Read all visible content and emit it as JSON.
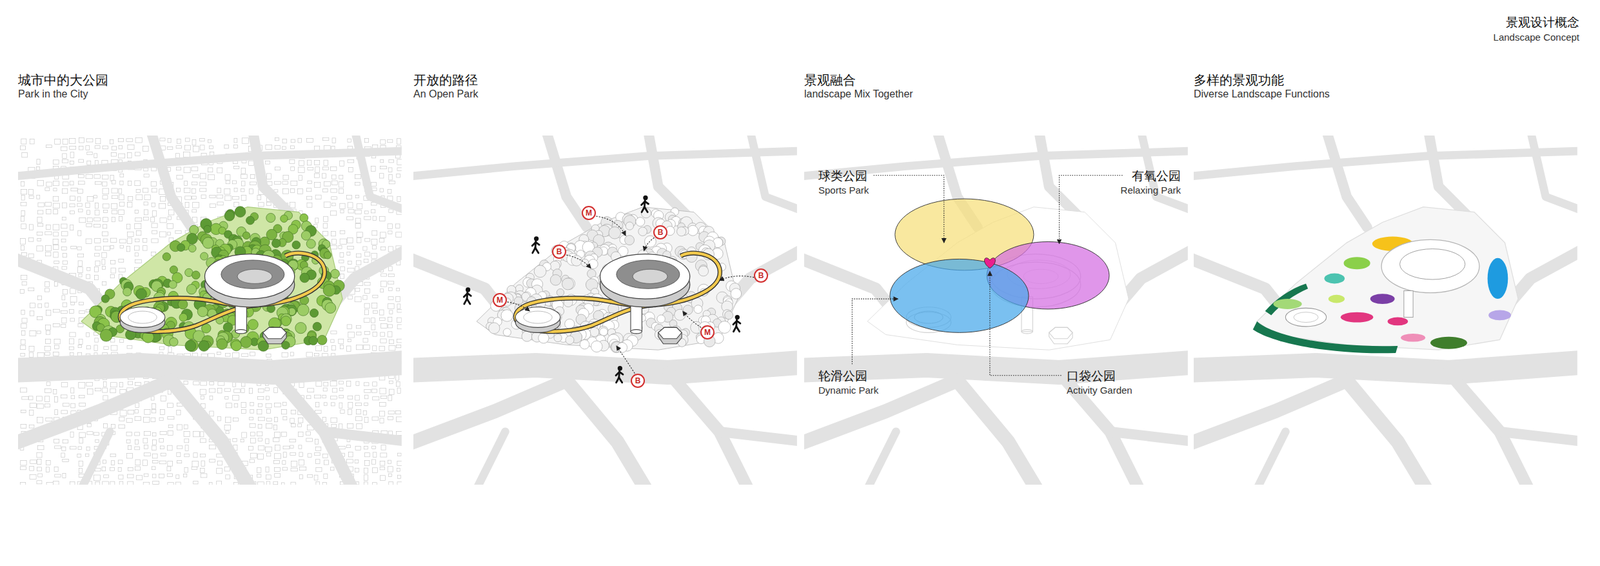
{
  "diagram": {
    "title": "景观设计概念",
    "nodes": [
      {
        "text": [
          "城市中的大公园",
          "Park in the City"
        ]
      },
      {
        "text": [
          "开放的路径",
          "An Open Park"
        ]
      },
      {
        "text": [
          "M"
        ],
        "in": 1
      },
      {
        "text": [
          "B"
        ],
        "in": 1
      },
      {
        "text": [
          "B"
        ],
        "in": 1
      },
      {
        "text": [
          "B"
        ],
        "in": 1
      },
      {
        "text": [
          "M"
        ],
        "in": 1
      },
      {
        "text": [
          "M"
        ],
        "in": 1
      },
      {
        "text": [
          "B"
        ],
        "in": 1
      },
      {
        "text": [
          "景观融合",
          "landscape Mix Together"
        ]
      },
      {
        "text": [
          "多样的景观功能",
          "Diverse Landscape Functions"
        ]
      }
    ],
    "labels": [
      "Landscape Concept",
      "球类公园",
      "Sports Park",
      "有氧公园",
      "Relaxing Park",
      "轮滑公园",
      "Dynamic Park",
      "口袋公园",
      "Activity Garden"
    ]
  }
}
